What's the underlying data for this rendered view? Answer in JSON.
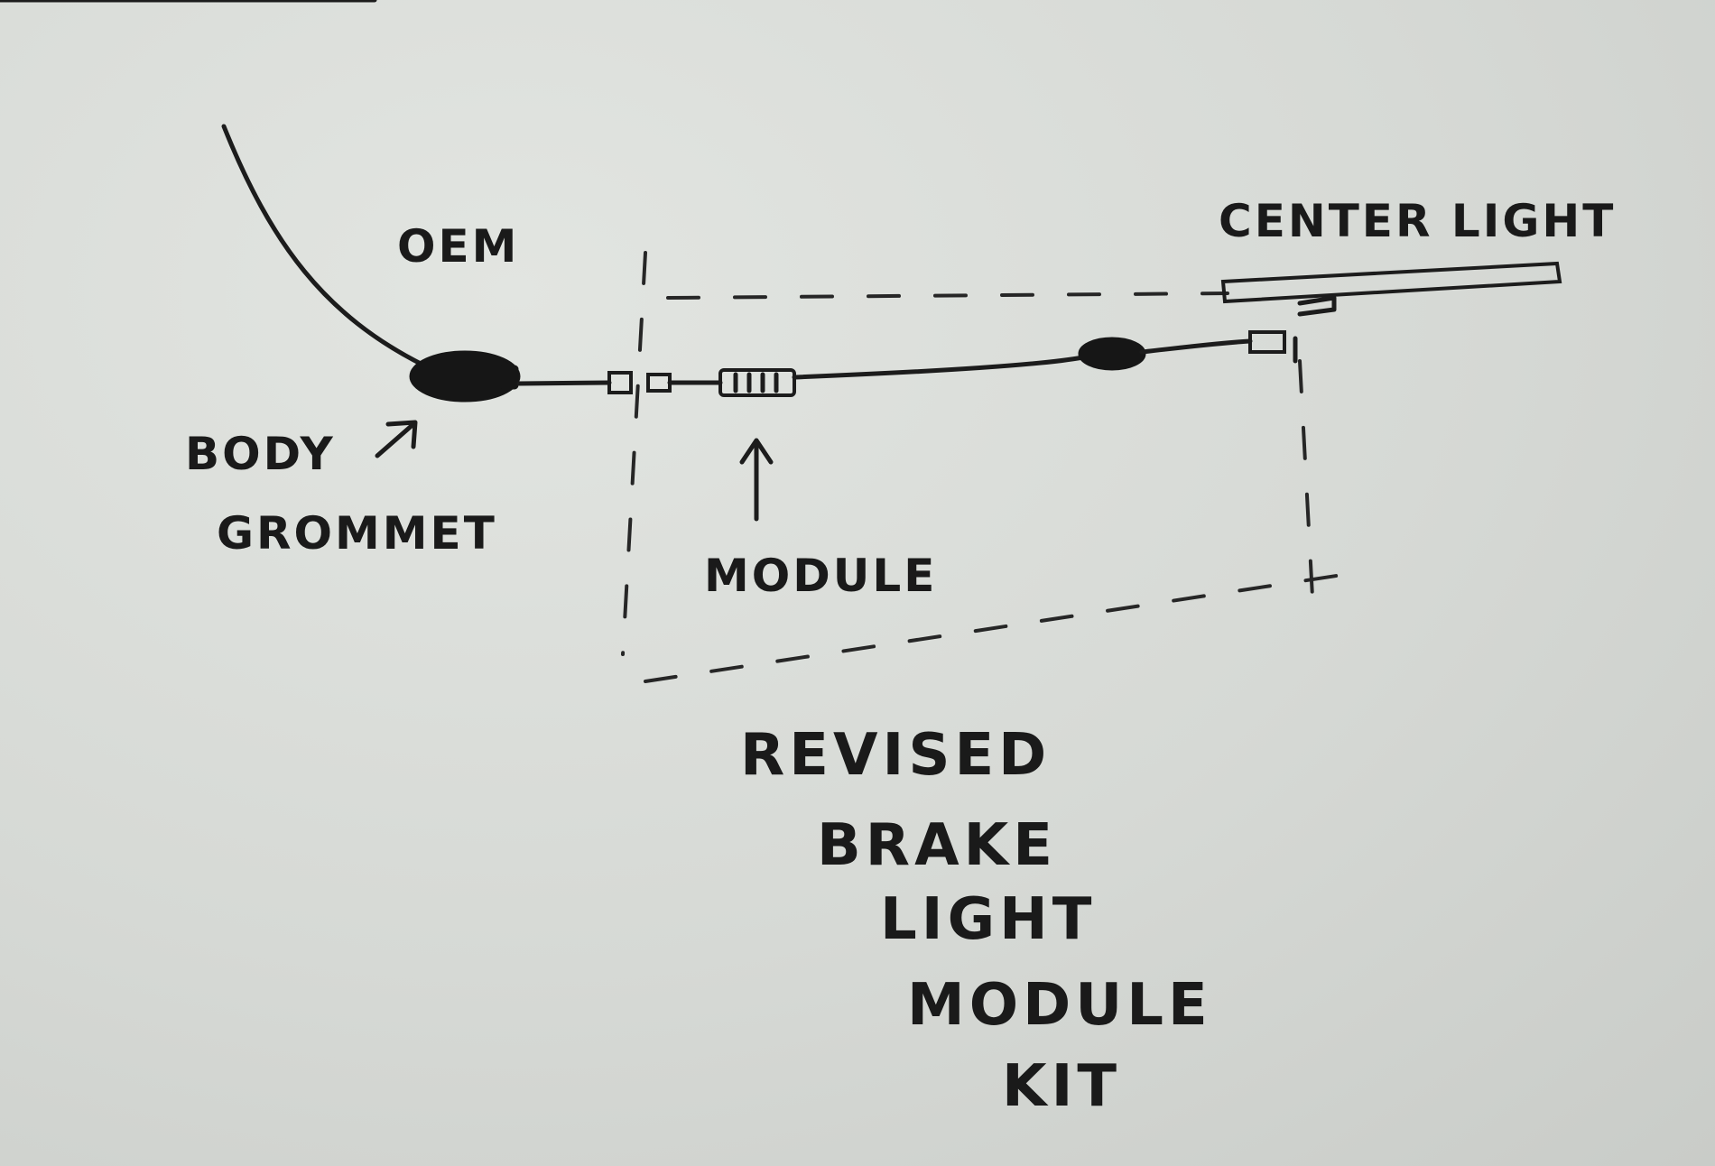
{
  "labels": {
    "oem": "OEM",
    "center_light": "CENTER LIGHT",
    "body": "BODY",
    "grommet": "GROMMET",
    "module": "MODULE",
    "kit_title": [
      "REVISED",
      "BRAKE",
      "LIGHT",
      "MODULE",
      "KIT"
    ]
  }
}
